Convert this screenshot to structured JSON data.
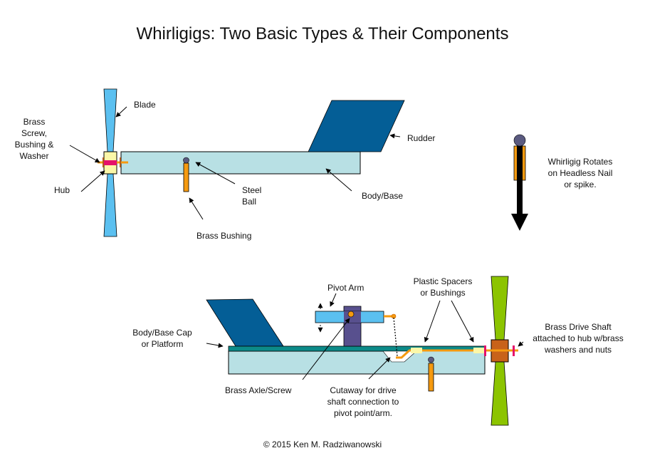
{
  "title": "Whirligigs: Two Basic Types & Their Components",
  "copyright": "© 2015 Ken M. Radziwanowski",
  "colors": {
    "blade_top": "#5bc0f0",
    "blade_bottom": "#8cc400",
    "body": "#b8e0e4",
    "rudder": "#045e96",
    "hub_top": "#fbf7a8",
    "hub_bottom": "#c8621a",
    "brass": "#f59a10",
    "washer": "#e6106a",
    "steel_ball": "#5a5a80",
    "platform": "#0c8a88",
    "pivot_post": "#58508e",
    "pivot_arm": "#5bc0f0",
    "spacer": "#fbf7a8"
  },
  "diagram1": {
    "labels": {
      "blade": "Blade",
      "screw": "Brass\nScrew,\nBushing &\nWasher",
      "hub": "Hub",
      "rudder": "Rudder",
      "steel_ball": "Steel\nBall",
      "body": "Body/Base",
      "bushing": "Brass Bushing"
    }
  },
  "nail": {
    "label": "Whirligig Rotates\non Headless Nail\nor spike."
  },
  "diagram2": {
    "labels": {
      "pivot_arm": "Pivot Arm",
      "spacers": "Plastic Spacers\nor Bushings",
      "cap": "Body/Base Cap\nor Platform",
      "drive_shaft": "Brass Drive Shaft\nattached to hub w/brass\nwashers and nuts",
      "axle": "Brass Axle/Screw",
      "cutaway": "Cutaway for drive\nshaft connection to\npivot point/arm."
    }
  }
}
